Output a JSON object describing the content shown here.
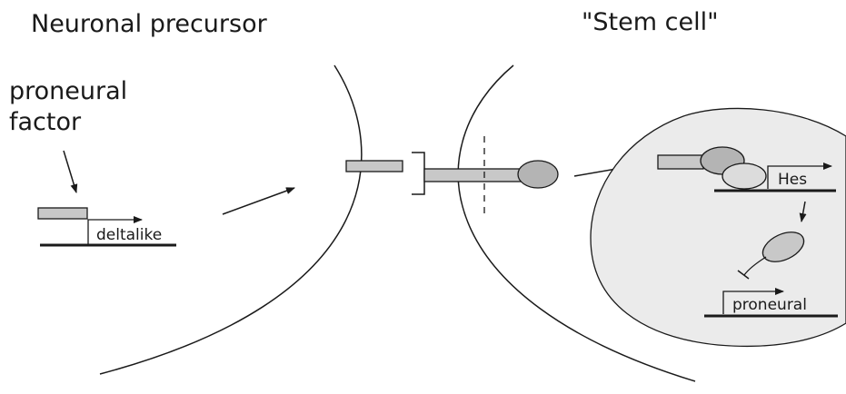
{
  "labels": {
    "left_title": "Neuronal precursor",
    "right_title": "\"Stem cell\"",
    "proneural_factor_line1": "proneural",
    "proneural_factor_line2": "factor",
    "deltalike_gene": "deltalike",
    "hes_gene": "Hes",
    "proneural_gene": "proneural"
  },
  "colors": {
    "line": "#1a1a1a",
    "box_fill": "#c8c8c8",
    "ellipse_fill": "#b4b4b4",
    "nucleus_fill": "#ebebeb"
  }
}
